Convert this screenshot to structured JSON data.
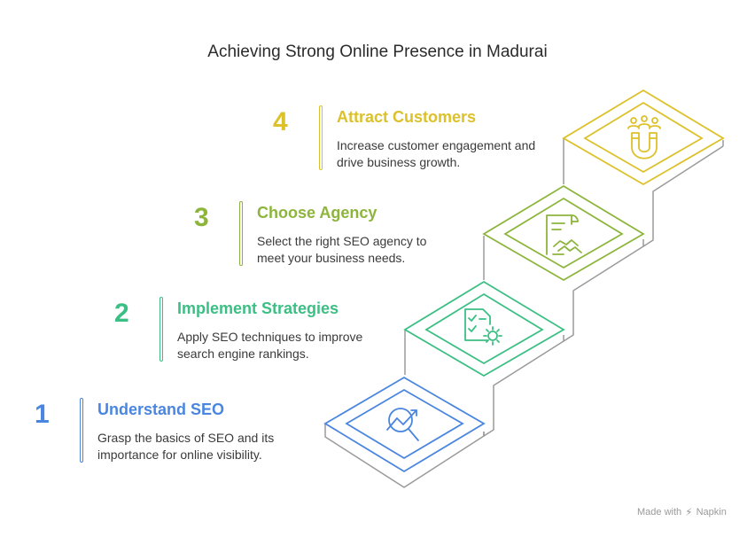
{
  "title": "Achieving Strong Online Presence in Madurai",
  "steps": [
    {
      "number": "1",
      "title": "Understand SEO",
      "description": "Grasp the basics of SEO and its importance for online visibility.",
      "color": "#4a86e0",
      "icon": "seo-analytics-icon"
    },
    {
      "number": "2",
      "title": "Implement Strategies",
      "description": "Apply SEO techniques to improve search engine rankings.",
      "color": "#3cbf84",
      "icon": "checklist-gear-icon"
    },
    {
      "number": "3",
      "title": "Choose Agency",
      "description": "Select the right SEO agency to meet your business needs.",
      "color": "#8db53c",
      "icon": "contract-handshake-icon"
    },
    {
      "number": "4",
      "title": "Attract Customers",
      "description": "Increase customer engagement and drive business growth.",
      "color": "#dcc12a",
      "icon": "magnet-people-icon"
    }
  ],
  "footer": {
    "made_with": "Made with",
    "brand": "Napkin"
  }
}
